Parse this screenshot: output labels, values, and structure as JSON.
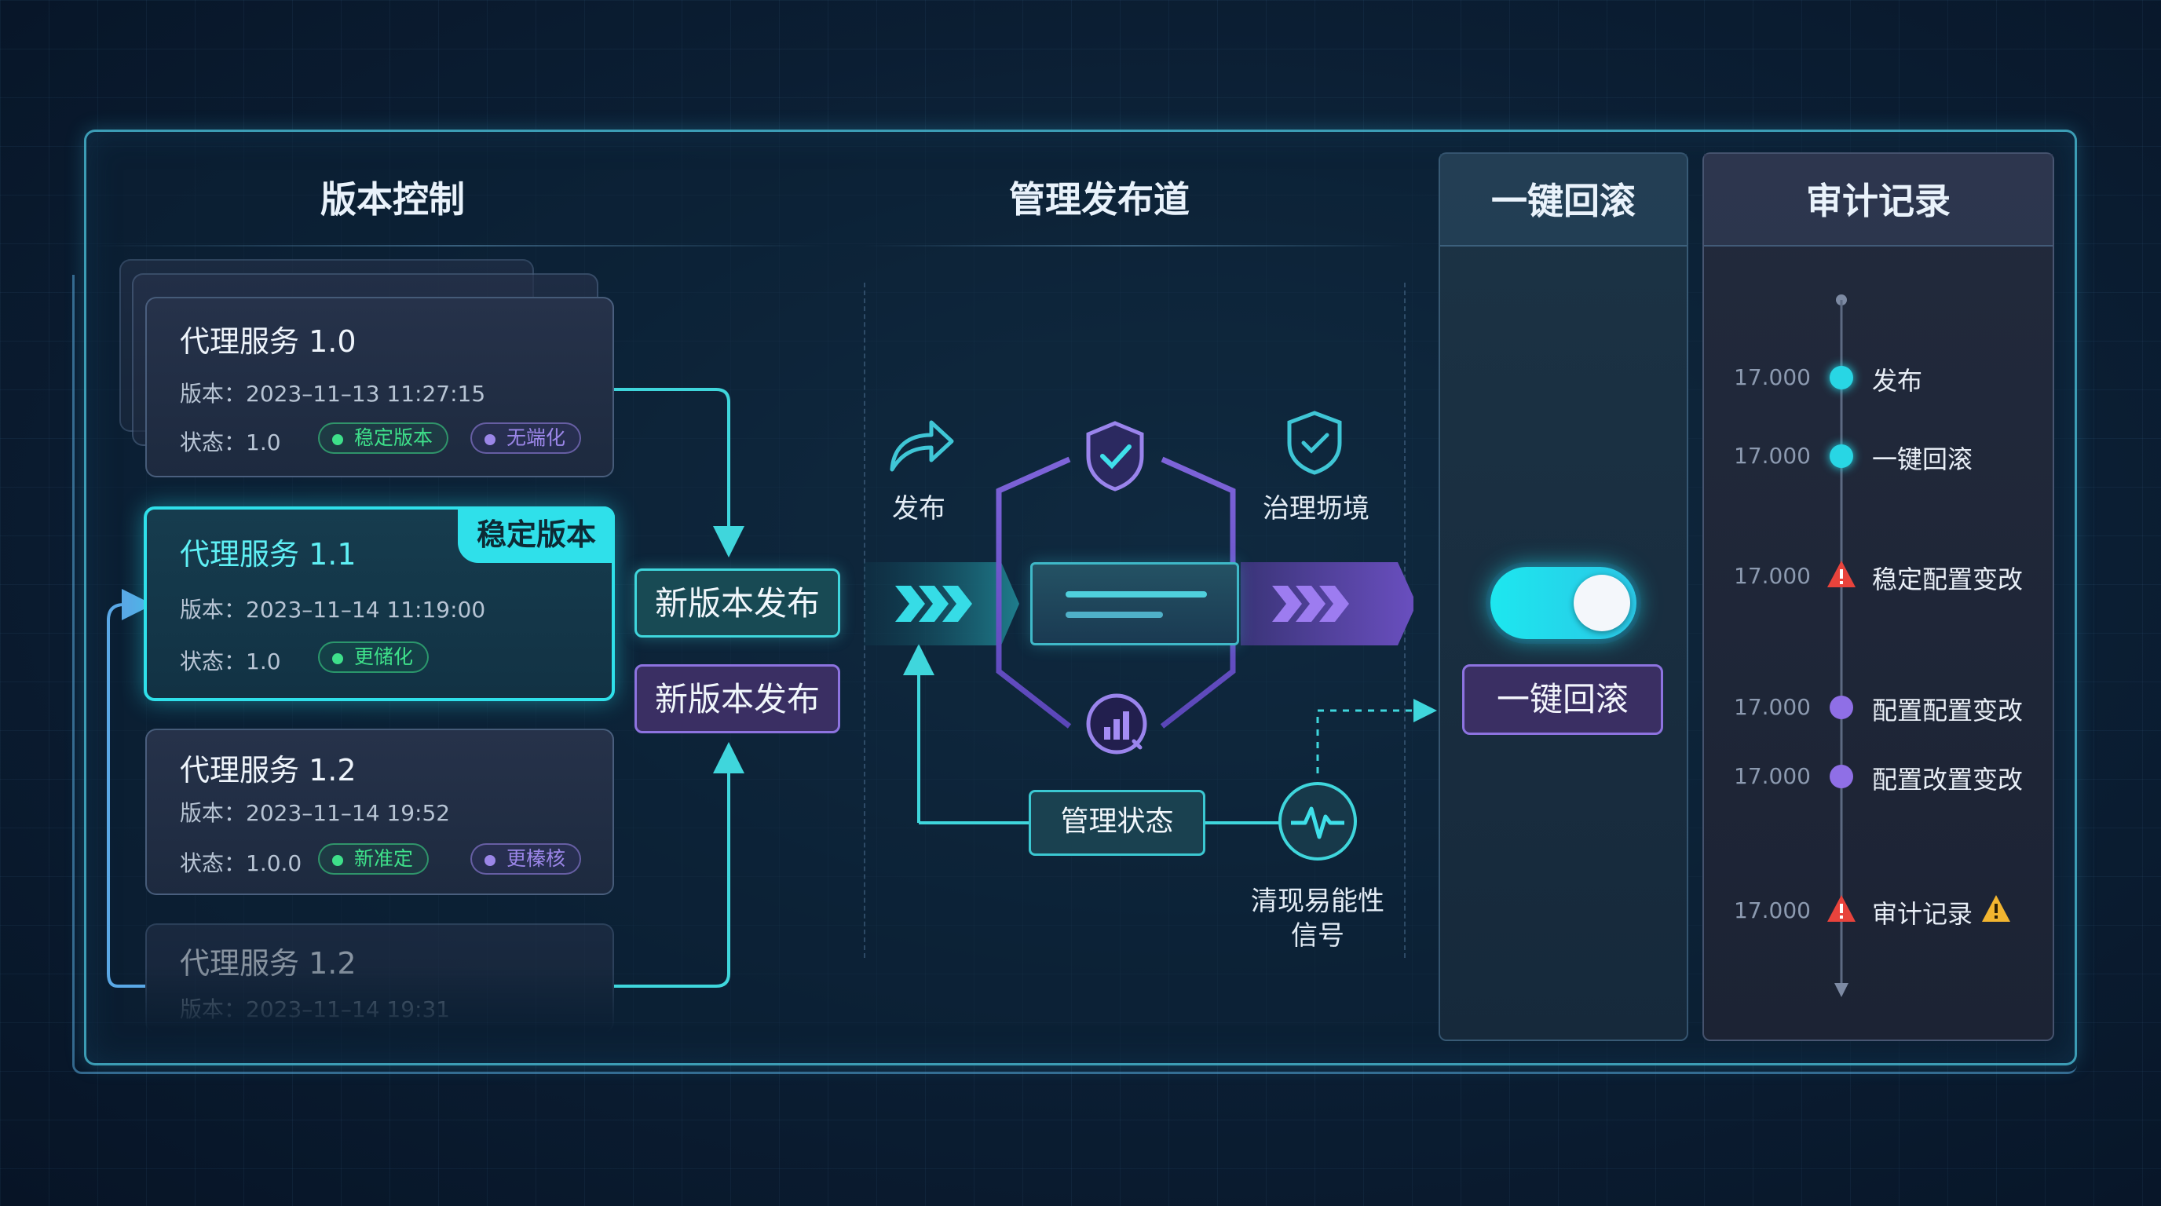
{
  "sections": {
    "version_control": "版本控制",
    "release_pipeline": "管理发布道",
    "rollback": "一键回滚",
    "audit": "审计记录"
  },
  "cards": [
    {
      "title": "代理服务 1.0",
      "version": "版本：2023–11–13 11:27:15",
      "status": "状态：1.0",
      "pills": [
        "稳定版本",
        "无端化"
      ]
    },
    {
      "title": "代理服务 1.1",
      "version": "版本：2023–11–14 11:19:00",
      "status": "状态：1.0",
      "pills": [
        "更储化"
      ],
      "tag": "稳定版本"
    },
    {
      "title": "代理服务 1.2",
      "version": "版本：2023–11–14 19:52",
      "status": "状态：1.0.0",
      "pills": [
        "新准定",
        "更榛核"
      ]
    },
    {
      "title": "代理服务 1.2",
      "version": "版本：2023–11–14 19:31"
    }
  ],
  "release_buttons": [
    "新版本发布",
    "新版本发布"
  ],
  "pipeline": {
    "publish_label": "发布",
    "governance_label": "治理坜境",
    "state_button": "管理状态",
    "signal_label_1": "清现易能性",
    "signal_label_2": "信号"
  },
  "rollback_button": "一键回滚",
  "timeline": [
    {
      "time": "17.000",
      "label": "发布",
      "marker": "cyan"
    },
    {
      "time": "17.000",
      "label": "一键回滚",
      "marker": "cyan"
    },
    {
      "time": "17.000",
      "label": "稳定配置变改",
      "marker": "warning-red"
    },
    {
      "time": "17.000",
      "label": "配置配置变改",
      "marker": "purple"
    },
    {
      "time": "17.000",
      "label": "配置改置变改",
      "marker": "purple"
    },
    {
      "time": "17.000",
      "label": "审计记录",
      "marker": "warning-red",
      "extra": "warning-yellow"
    }
  ],
  "colors": {
    "accent": "#2fe0ea",
    "purple": "#8d73e0",
    "warning_red": "#e8433c",
    "warning_yellow": "#f2b530"
  }
}
